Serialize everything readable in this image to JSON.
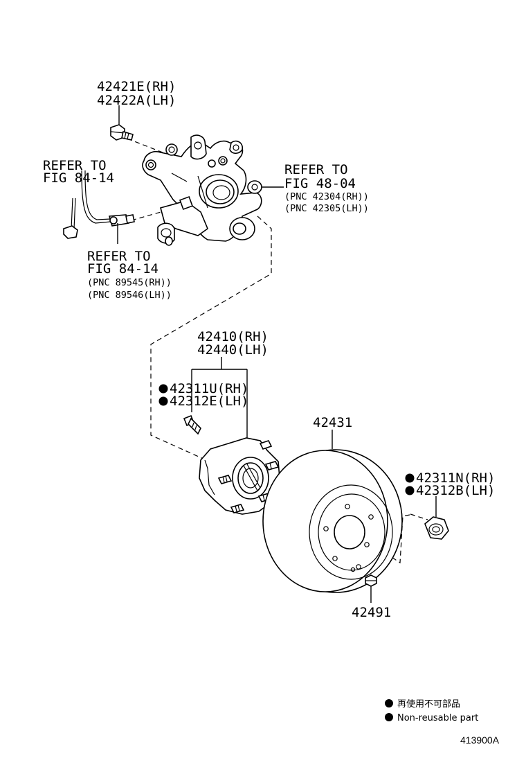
{
  "callouts": {
    "bolt_rh": "42421E(RH)",
    "bolt_lh": "42422A(LH)",
    "refer_sensor_top_1": "REFER TO",
    "refer_sensor_top_2": "FIG 84-14",
    "refer_knuckle_1": "REFER TO",
    "refer_knuckle_2": "FIG 48-04",
    "refer_knuckle_pnc_rh": "(PNC 42304(RH))",
    "refer_knuckle_pnc_lh": "(PNC 42305(LH))",
    "refer_sensor_bottom_1": "REFER TO",
    "refer_sensor_bottom_2": "FIG 84-14",
    "refer_sensor_pnc_rh": "(PNC 89545(RH))",
    "refer_sensor_pnc_lh": "(PNC 89546(LH))",
    "hub_rh": "42410(RH)",
    "hub_lh": "42440(LH)",
    "hub_bolt_rh": "42311U(RH)",
    "hub_bolt_lh": "42312E(LH)",
    "disc": "42431",
    "nut_rh": "42311N(RH)",
    "nut_lh": "42312B(LH)",
    "plug": "42491"
  },
  "legend": {
    "line_jp": "再使用不可部品",
    "line_en": "Non-reusable part"
  },
  "figure_code": "413900A",
  "colors": {
    "ink": "#000000",
    "paper": "#ffffff"
  }
}
